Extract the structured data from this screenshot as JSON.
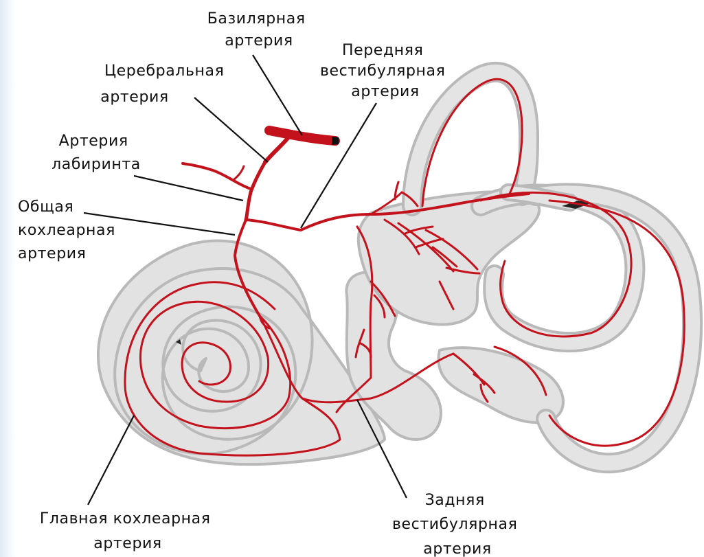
{
  "labels": {
    "basilar_artery": [
      "Базилярная",
      "артерия"
    ],
    "cerebral_artery": [
      "Церебральная",
      "артерия"
    ],
    "anterior_vestibular_artery": [
      "Передняя",
      "вестибулярная",
      "артерия"
    ],
    "labyrinth_artery": [
      "Артерия",
      "лабиринта"
    ],
    "common_cochlear_artery": [
      "Общая",
      "кохлеарная",
      "артерия"
    ],
    "main_cochlear_artery": [
      "Главная кохлеарная",
      "артерия"
    ],
    "posterior_vestibular_artery": [
      "Задняя",
      "вестибулярная",
      "артерия"
    ]
  },
  "colors": {
    "artery": "#c4121c",
    "labyrinth_fill": "#e2e2e2",
    "labyrinth_edge": "#b9b9b9",
    "leader_line": "#111111"
  }
}
